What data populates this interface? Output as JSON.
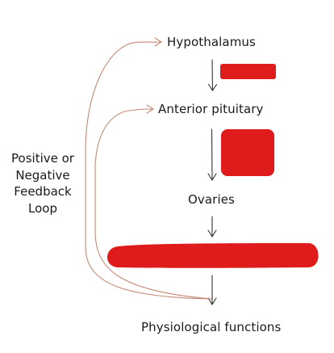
{
  "nodes": {
    "hypothalamus": "Hypothalamus",
    "anterior_pituitary": "Anterior pituitary",
    "ovaries": "Ovaries",
    "physiological_functions": "Physiological functions"
  },
  "feedback_loop": {
    "line1": "Positive or",
    "line2": "Negative",
    "line3": "Feedback",
    "line4": "Loop"
  },
  "colors": {
    "redaction": "#e01b1b",
    "arrow": "#333333",
    "feedback_arrow": "#c48a76",
    "text": "#1a1a1a"
  }
}
